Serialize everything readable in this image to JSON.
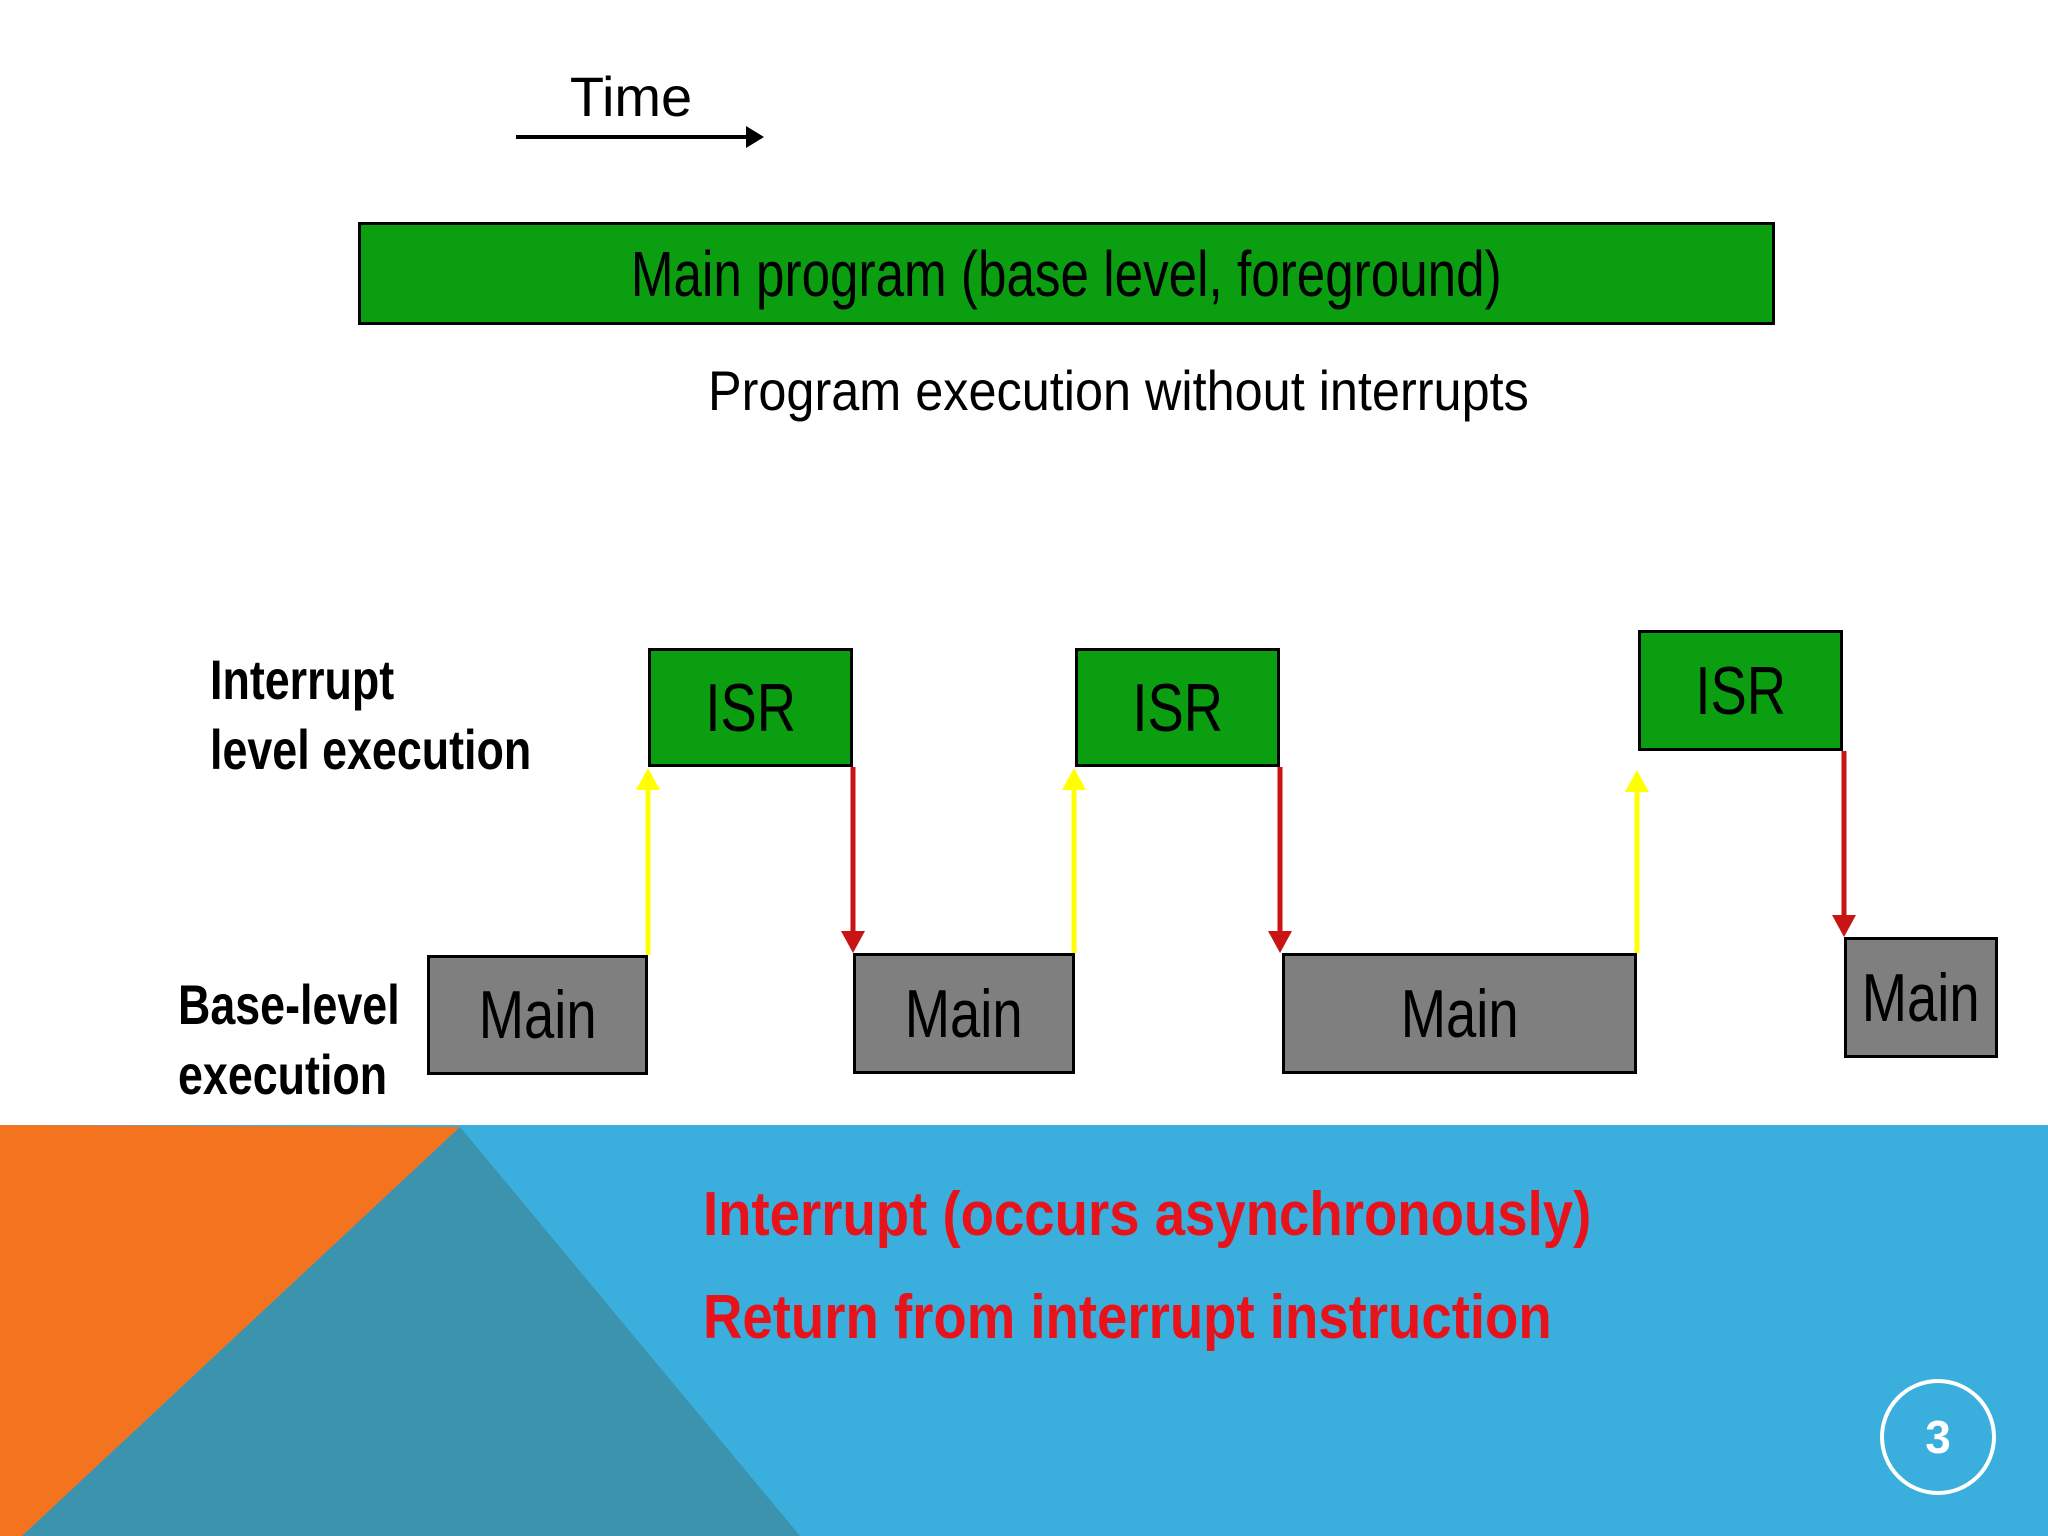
{
  "slide": {
    "page_number": "3",
    "time_label": "Time",
    "top_diagram": {
      "bar_label": "Main program (base level, foreground)",
      "caption": "Program execution without interrupts"
    },
    "diagram": {
      "interrupt_level_label": [
        "Interrupt",
        "level execution"
      ],
      "base_level_label": [
        "Base-level",
        "execution"
      ],
      "isr_boxes": [
        "ISR",
        "ISR",
        "ISR"
      ],
      "main_boxes": [
        "Main",
        "Main",
        "Main",
        "Main"
      ]
    },
    "legend": {
      "interrupt_text": "Interrupt (occurs asynchronously)",
      "return_text": "Return from interrupt instruction"
    },
    "colors": {
      "isr_green": "#0a9e10",
      "main_gray": "#7f7f7f",
      "interrupt_arrow_yellow": "#ffff00",
      "return_arrow_red": "#c81414",
      "legend_red": "#e8121a",
      "band_sky_blue": "#3aaedd",
      "band_teal": "#3b93ae",
      "band_orange": "#f4731f"
    }
  }
}
